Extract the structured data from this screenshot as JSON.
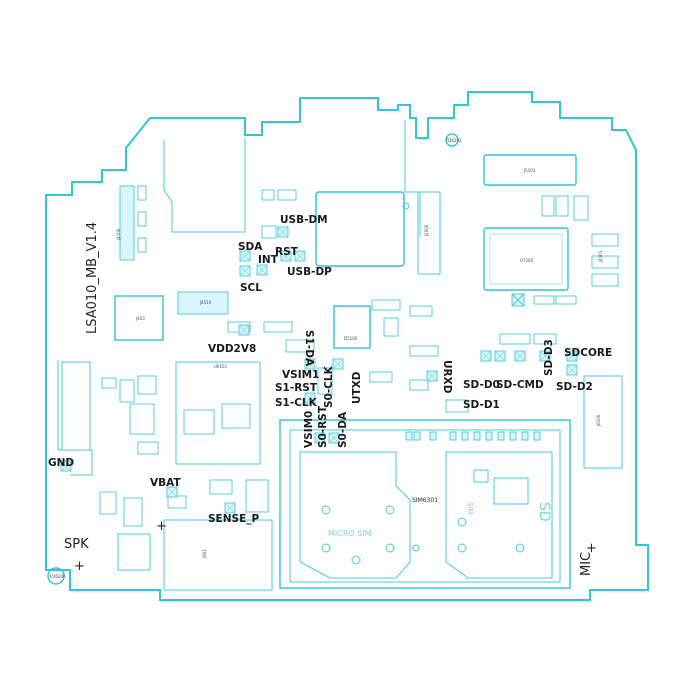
{
  "board": {
    "name": "LSA010_MB_V1.4",
    "outline_color": "#33c6d6",
    "label_color": "#1a1a1a"
  },
  "test_points": [
    {
      "id": "usb-dm",
      "label": "USB-DM"
    },
    {
      "id": "sda",
      "label": "SDA"
    },
    {
      "id": "rst",
      "label": "RST"
    },
    {
      "id": "int",
      "label": "INT"
    },
    {
      "id": "usb-dp",
      "label": "USB-DP"
    },
    {
      "id": "scl",
      "label": "SCL"
    },
    {
      "id": "vdd2v8",
      "label": "VDD2V8"
    },
    {
      "id": "s1-da",
      "label": "S1-DA"
    },
    {
      "id": "vsim1",
      "label": "VSIM1"
    },
    {
      "id": "s1-rst",
      "label": "S1-RST"
    },
    {
      "id": "s1-clk",
      "label": "S1-CLK"
    },
    {
      "id": "s0-clk",
      "label": "S0-CLK"
    },
    {
      "id": "utxd",
      "label": "UTXD"
    },
    {
      "id": "vsim0",
      "label": "VSIM0"
    },
    {
      "id": "s0-rst",
      "label": "S0-RST"
    },
    {
      "id": "s0-da",
      "label": "S0-DA"
    },
    {
      "id": "urxd",
      "label": "URXD"
    },
    {
      "id": "sd-d0",
      "label": "SD-D0"
    },
    {
      "id": "sd-d1",
      "label": "SD-D1"
    },
    {
      "id": "sd-cmd",
      "label": "SD-CMD"
    },
    {
      "id": "sd-d3",
      "label": "SD-D3"
    },
    {
      "id": "sdcore",
      "label": "SDCORE"
    },
    {
      "id": "sd-d2",
      "label": "SD-D2"
    },
    {
      "id": "gnd",
      "label": "GND"
    },
    {
      "id": "vbat",
      "label": "VBAT"
    },
    {
      "id": "sense-p",
      "label": "SENSE_P"
    }
  ],
  "silkscreen": {
    "spk": "SPK",
    "plus_left": "+",
    "plus_vbat": "+",
    "mic": "MIC",
    "plus_mic": "+",
    "sim6301": "SIM6301",
    "micro_sim": "MICRO SIM",
    "sim": "SIM",
    "sd": "SD"
  },
  "parts": {
    "j5101": "J5101",
    "u7200": "U7200",
    "j4110": "J4110",
    "j403": "J403",
    "d5100": "D5100",
    "j2000": "J2000",
    "j4100": "J4100",
    "j4101": "J4101",
    "j901": "J901",
    "u6101": "U6101",
    "fd6200": "FD6200",
    "fd6201": "FD6201",
    "j6100": "J6100"
  }
}
